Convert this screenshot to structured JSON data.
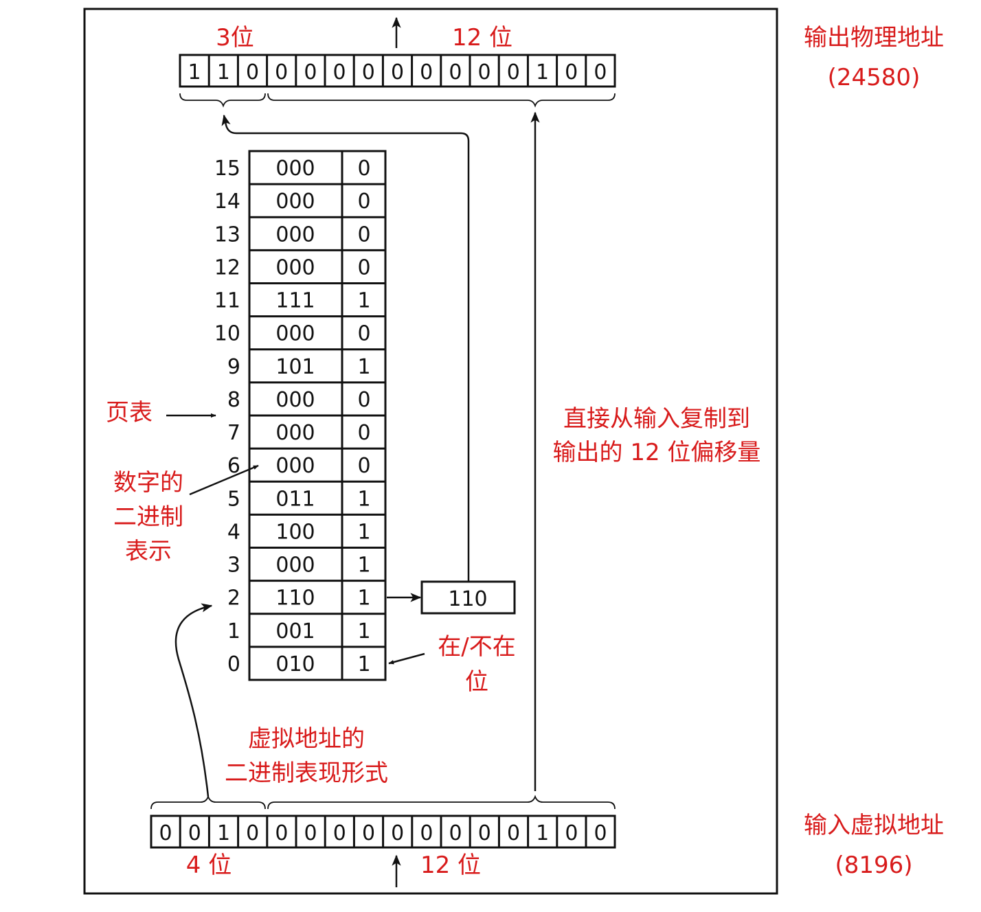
{
  "colors": {
    "annotation": "#d81b1b",
    "ink": "#111111"
  },
  "output": {
    "bits": [
      "1",
      "1",
      "0",
      "0",
      "0",
      "0",
      "0",
      "0",
      "0",
      "0",
      "0",
      "0",
      "1",
      "0",
      "0"
    ],
    "frame_label": "3位",
    "offset_label": "12 位",
    "title": "输出物理地址",
    "value": "(24580)"
  },
  "input": {
    "bits": [
      "0",
      "0",
      "1",
      "0",
      "0",
      "0",
      "0",
      "0",
      "0",
      "0",
      "0",
      "0",
      "0",
      "1",
      "0",
      "0"
    ],
    "page_label": "4 位",
    "offset_label": "12 位",
    "title": "输入虚拟地址",
    "value": "(8196)"
  },
  "page_table": {
    "rows": [
      {
        "index": "15",
        "frame": "000",
        "present": "0"
      },
      {
        "index": "14",
        "frame": "000",
        "present": "0"
      },
      {
        "index": "13",
        "frame": "000",
        "present": "0"
      },
      {
        "index": "12",
        "frame": "000",
        "present": "0"
      },
      {
        "index": "11",
        "frame": "111",
        "present": "1"
      },
      {
        "index": "10",
        "frame": "000",
        "present": "0"
      },
      {
        "index": "9",
        "frame": "101",
        "present": "1"
      },
      {
        "index": "8",
        "frame": "000",
        "present": "0"
      },
      {
        "index": "7",
        "frame": "000",
        "present": "0"
      },
      {
        "index": "6",
        "frame": "000",
        "present": "0"
      },
      {
        "index": "5",
        "frame": "011",
        "present": "1"
      },
      {
        "index": "4",
        "frame": "100",
        "present": "1"
      },
      {
        "index": "3",
        "frame": "000",
        "present": "1"
      },
      {
        "index": "2",
        "frame": "110",
        "present": "1"
      },
      {
        "index": "1",
        "frame": "001",
        "present": "1"
      },
      {
        "index": "0",
        "frame": "010",
        "present": "1"
      }
    ]
  },
  "frame_register": "110",
  "annotations": {
    "page_table": "页表",
    "binary_repr": [
      "数字的",
      "二进制",
      "表示"
    ],
    "present_bit": [
      "在/不在",
      "位"
    ],
    "virtual_binary": [
      "虚拟地址的",
      "二进制表现形式"
    ],
    "copy_offset": [
      "直接从输入复制到",
      "输出的 12 位偏移量"
    ]
  }
}
